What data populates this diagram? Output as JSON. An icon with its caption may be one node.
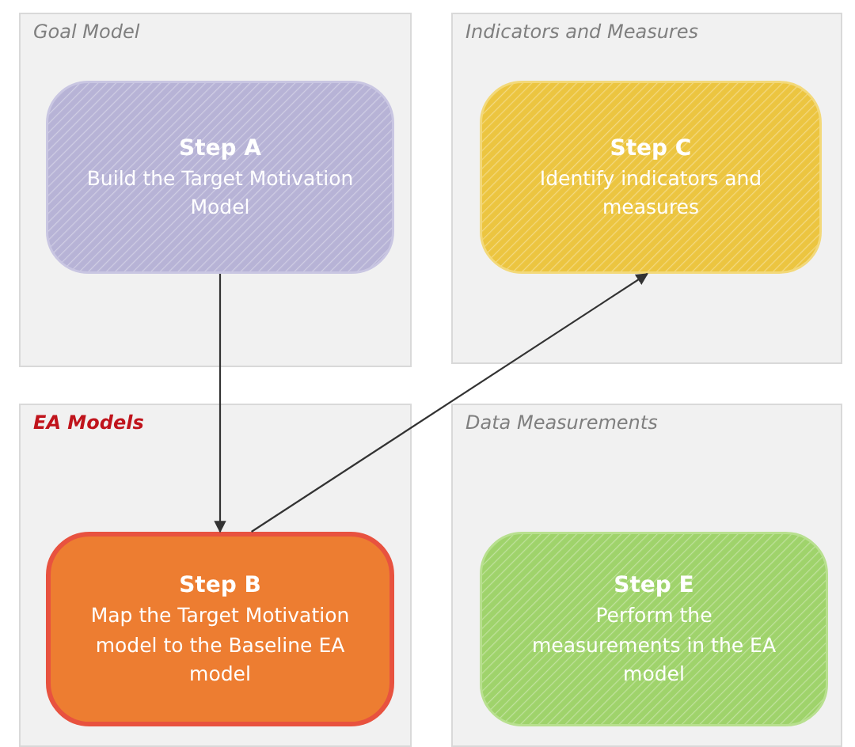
{
  "diagram": {
    "nodes": [
      {
        "text": [
          "Goal Model"
        ]
      },
      {
        "text": [
          "Step A",
          "Build the Target Motivation Model"
        ],
        "in": 0
      },
      {
        "text": [
          "Indicators and Measures"
        ]
      },
      {
        "text": [
          "Step C",
          "Identify indicators and measures"
        ],
        "in": 2
      },
      {
        "text": [
          "EA Models"
        ]
      },
      {
        "text": [
          "Step B",
          "Map the Target Motivation model to the Baseline EA model"
        ],
        "in": 4
      },
      {
        "text": [
          "Data Measurements"
        ]
      },
      {
        "text": [
          "Step E",
          "Perform the measurements in the EA model"
        ],
        "in": 6
      }
    ],
    "edges": [
      {
        "from": 1,
        "to": 5,
        "arrow": "to"
      },
      {
        "from": 5,
        "to": 3,
        "arrow": "to"
      }
    ]
  }
}
